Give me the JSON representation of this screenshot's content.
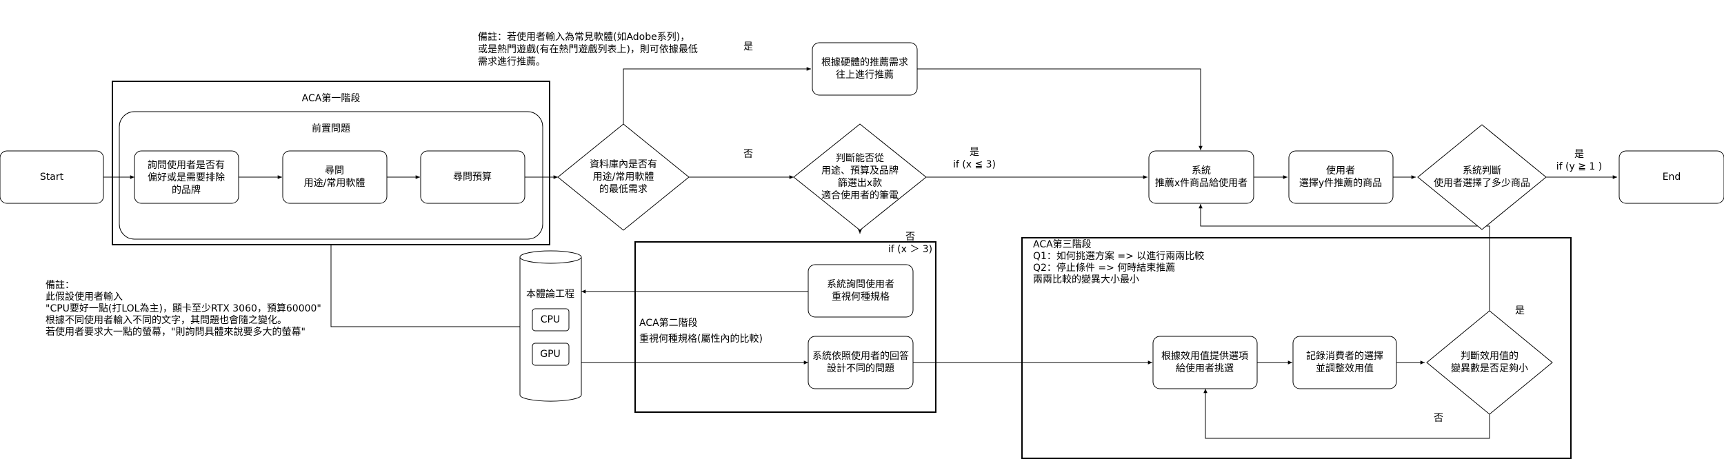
{
  "nodes": {
    "start": "Start",
    "end": "End",
    "ask_brand": [
      "詢問使用者是否有",
      "偏好或是需要排除",
      "的品牌"
    ],
    "ask_usage": [
      "尋問",
      "用途/常用軟體"
    ],
    "ask_budget": "尋問預算",
    "db_check": [
      "資料庫內是否有",
      "用途/常用軟體",
      "的最低需求"
    ],
    "hw_recommend": [
      "根據硬體的推薦需求",
      "往上進行推薦"
    ],
    "judge_filter": [
      "判斷能否從",
      "用途、預算及品牌",
      "篩選出x款",
      "適合使用者的筆電"
    ],
    "system_recommend": [
      "系統",
      "推薦x件商品給使用者"
    ],
    "user_select": [
      "使用者",
      "選擇y件推薦的商品"
    ],
    "judge_count": [
      "系統判斷",
      "使用者選擇了多少商品"
    ],
    "ask_spec": [
      "系統詢問使用者",
      "重視何種規格"
    ],
    "design_questions": [
      "系統依照使用者的回答",
      "設計不同的問題"
    ],
    "utility_options": [
      "根據效用值提供選項",
      "給使用者挑選"
    ],
    "record_choice": [
      "記錄消費者的選擇",
      "並調整效用值"
    ],
    "judge_utility": [
      "判斷效用值的",
      "變異數是否足夠小"
    ]
  },
  "database": {
    "title": "本體論工程",
    "items": [
      "CPU",
      "GPU"
    ]
  },
  "frames": {
    "aca1": "ACA第一階段",
    "pre_questions": "前置問題",
    "aca2": "ACA第二階段",
    "aca2_sub": "重視何種規格(屬性內的比較)",
    "aca3_lines": [
      "ACA第三階段",
      "Q1：如何挑選方案 => 以進行兩兩比較",
      "Q2：停止條件 => 何時結束推薦",
      "兩兩比較的變異大小最小"
    ]
  },
  "labels": {
    "yes_db": "是",
    "no_db": "否",
    "yes_x": [
      "是",
      "if (x ≦ 3)"
    ],
    "no_x": [
      "否",
      "if (x ＞ 3)"
    ],
    "yes_y": [
      "是",
      "if (y ≧ 1 )"
    ],
    "yes_var": "是",
    "no_var": "否"
  },
  "notes": {
    "top": [
      "備註：若使用者輸入為常見軟體(如Adobe系列)，",
      "或是熱門遊戲(有在熱門遊戲列表上)，則可依據最低",
      "需求進行推薦。"
    ],
    "bottom": [
      "備註：",
      "此假設使用者輸入",
      "\"CPU要好一點(打LOL為主)，顯卡至少RTX 3060，預算60000\"",
      "根據不同使用者輸入不同的文字，其問題也會隨之變化。",
      "若使用者要求大一點的螢幕，\"則詢問具體來說要多大的螢幕\""
    ]
  }
}
